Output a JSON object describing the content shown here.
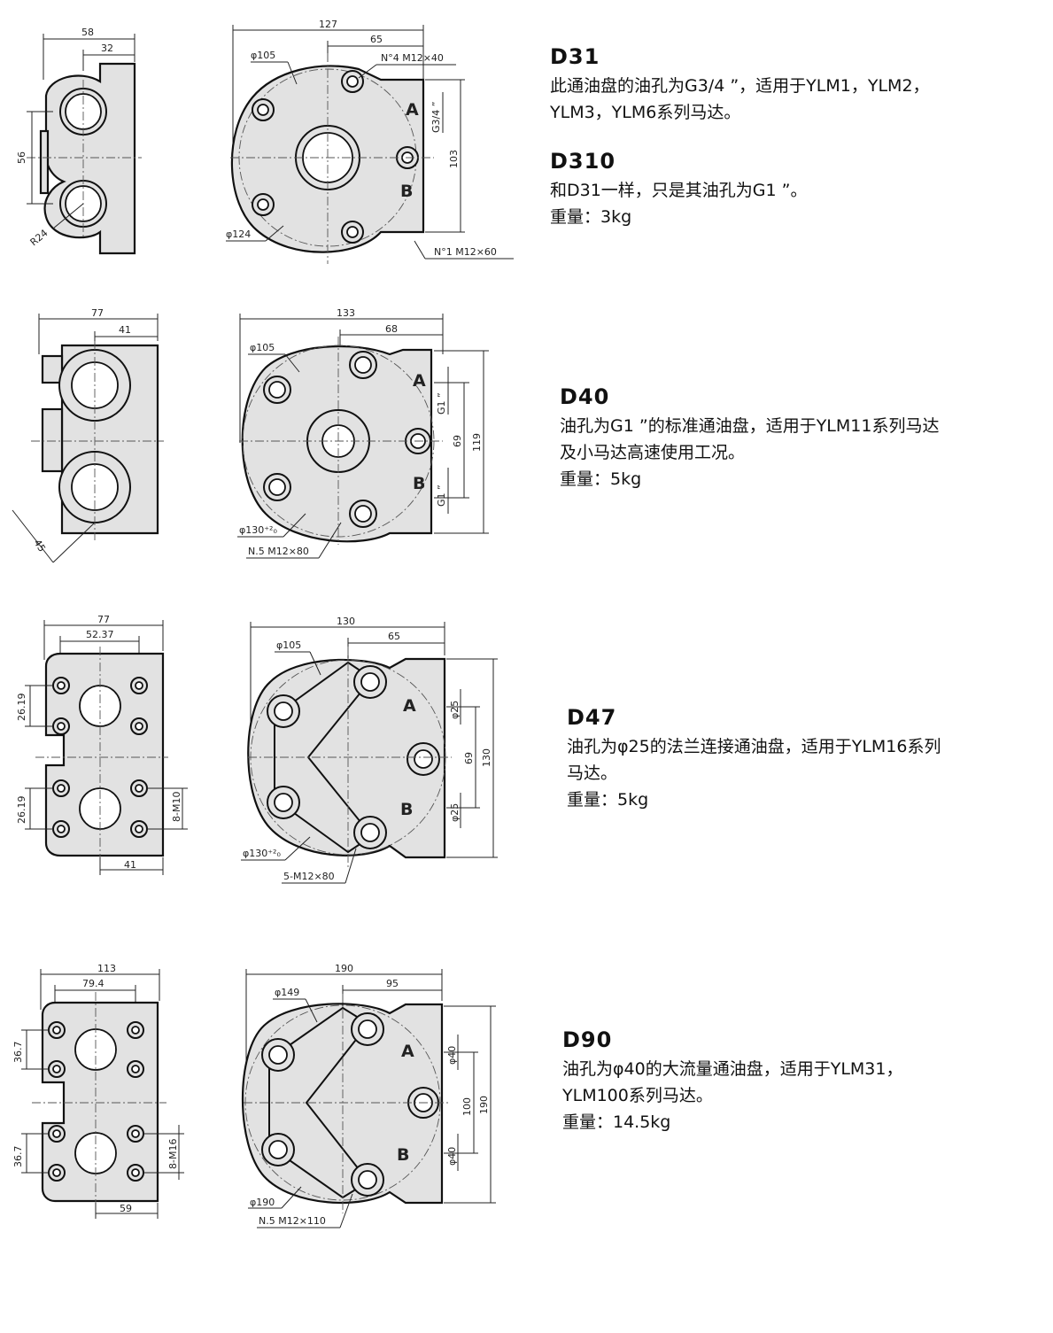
{
  "products": [
    {
      "id": "d31",
      "title": "D31",
      "lines": [
        "此通油盘的油孔为G3/4 ”，适用于YLM1，YLM2，",
        "YLM3，YLM6系列马达。"
      ],
      "sub_title": "D310",
      "sub_lines": [
        "和D31一样，只是其油孔为G1 ”。",
        "重量：3kg"
      ],
      "side_dims": {
        "w_total": "58",
        "w_inner": "32",
        "h": "56",
        "radius": "R24"
      },
      "face_dims": {
        "w_total": "127",
        "w_half": "65",
        "d1": "φ105",
        "d2": "φ124",
        "h": "103",
        "port": "G3/4 ”",
        "bolt1": "N°4 M12×40",
        "bolt2": "N°1 M12×60"
      },
      "ports": [
        "A",
        "B"
      ]
    },
    {
      "id": "d40",
      "title": "D40",
      "lines": [
        "油孔为G1 ”的标准通油盘，适用于YLM11系列马达",
        "及小马达高速使用工况。",
        "重量：5kg"
      ],
      "side_dims": {
        "w_total": "77",
        "w_inner": "41",
        "diag": "45"
      },
      "face_dims": {
        "w_total": "133",
        "w_half": "68",
        "d1": "φ105",
        "d2": "φ130⁺²₀",
        "h_inner": "69",
        "h": "119",
        "port_a": "G1 ”",
        "port_b": "G1 ”",
        "bolt": "N.5 M12×80"
      },
      "ports": [
        "A",
        "B"
      ]
    },
    {
      "id": "d47",
      "title": "D47",
      "lines": [
        "油孔为φ25的法兰连接通油盘，适用于YLM16系列",
        "马达。",
        "重量：5kg"
      ],
      "side_dims": {
        "w_total": "77",
        "w_inner": "52.37",
        "h1": "26.19",
        "h2": "26.19",
        "thread": "8-M10",
        "w_bottom": "41"
      },
      "face_dims": {
        "w_total": "130",
        "w_half": "65",
        "d1": "φ105",
        "d2": "φ130⁺²₀",
        "h_inner": "69",
        "h": "130",
        "port_a": "φ25",
        "port_b": "φ25",
        "bolt": "5-M12×80"
      },
      "ports": [
        "A",
        "B"
      ]
    },
    {
      "id": "d90",
      "title": "D90",
      "lines": [
        "油孔为φ40的大流量通油盘，适用于YLM31，",
        "YLM100系列马达。",
        "重量：14.5kg"
      ],
      "side_dims": {
        "w_total": "113",
        "w_inner": "79.4",
        "h1": "36.7",
        "h2": "36.7",
        "thread": "8-M16",
        "w_bottom": "59"
      },
      "face_dims": {
        "w_total": "190",
        "w_half": "95",
        "d1": "φ149",
        "d2": "φ190",
        "h_inner": "100",
        "h": "190",
        "port_a": "φ40",
        "port_b": "φ40",
        "bolt": "N.5 M12×110"
      },
      "ports": [
        "A",
        "B"
      ]
    }
  ]
}
